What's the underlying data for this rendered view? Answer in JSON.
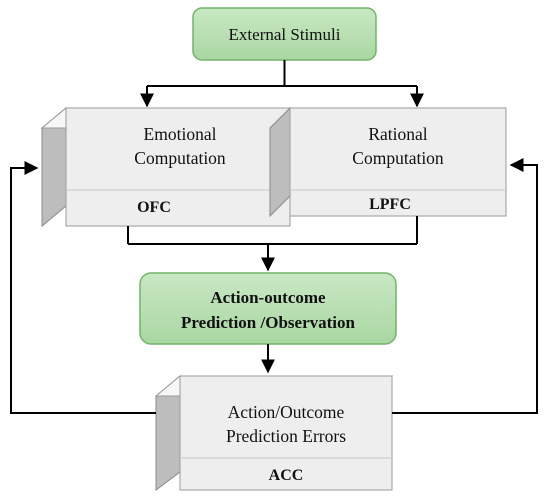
{
  "nodes": {
    "external_stimuli": {
      "label": "External Stimuli"
    },
    "emotional": {
      "line1": "Emotional",
      "line2": "Computation",
      "tag": "OFC"
    },
    "rational": {
      "line1": "Rational",
      "line2": "Computation",
      "tag": "LPFC"
    },
    "action_outcome": {
      "line1": "Action-outcome",
      "line2": "Prediction /Observation"
    },
    "prediction_errors": {
      "line1": "Action/Outcome",
      "line2": "Prediction Errors",
      "tag": "ACC"
    }
  },
  "colors": {
    "green_fill": "#b6dfb0",
    "green_stroke": "#73b36a",
    "box_front": "#eeeeee",
    "box_side": "#bdbdbd",
    "box_top": "#f7f7f7",
    "line": "#000000"
  }
}
